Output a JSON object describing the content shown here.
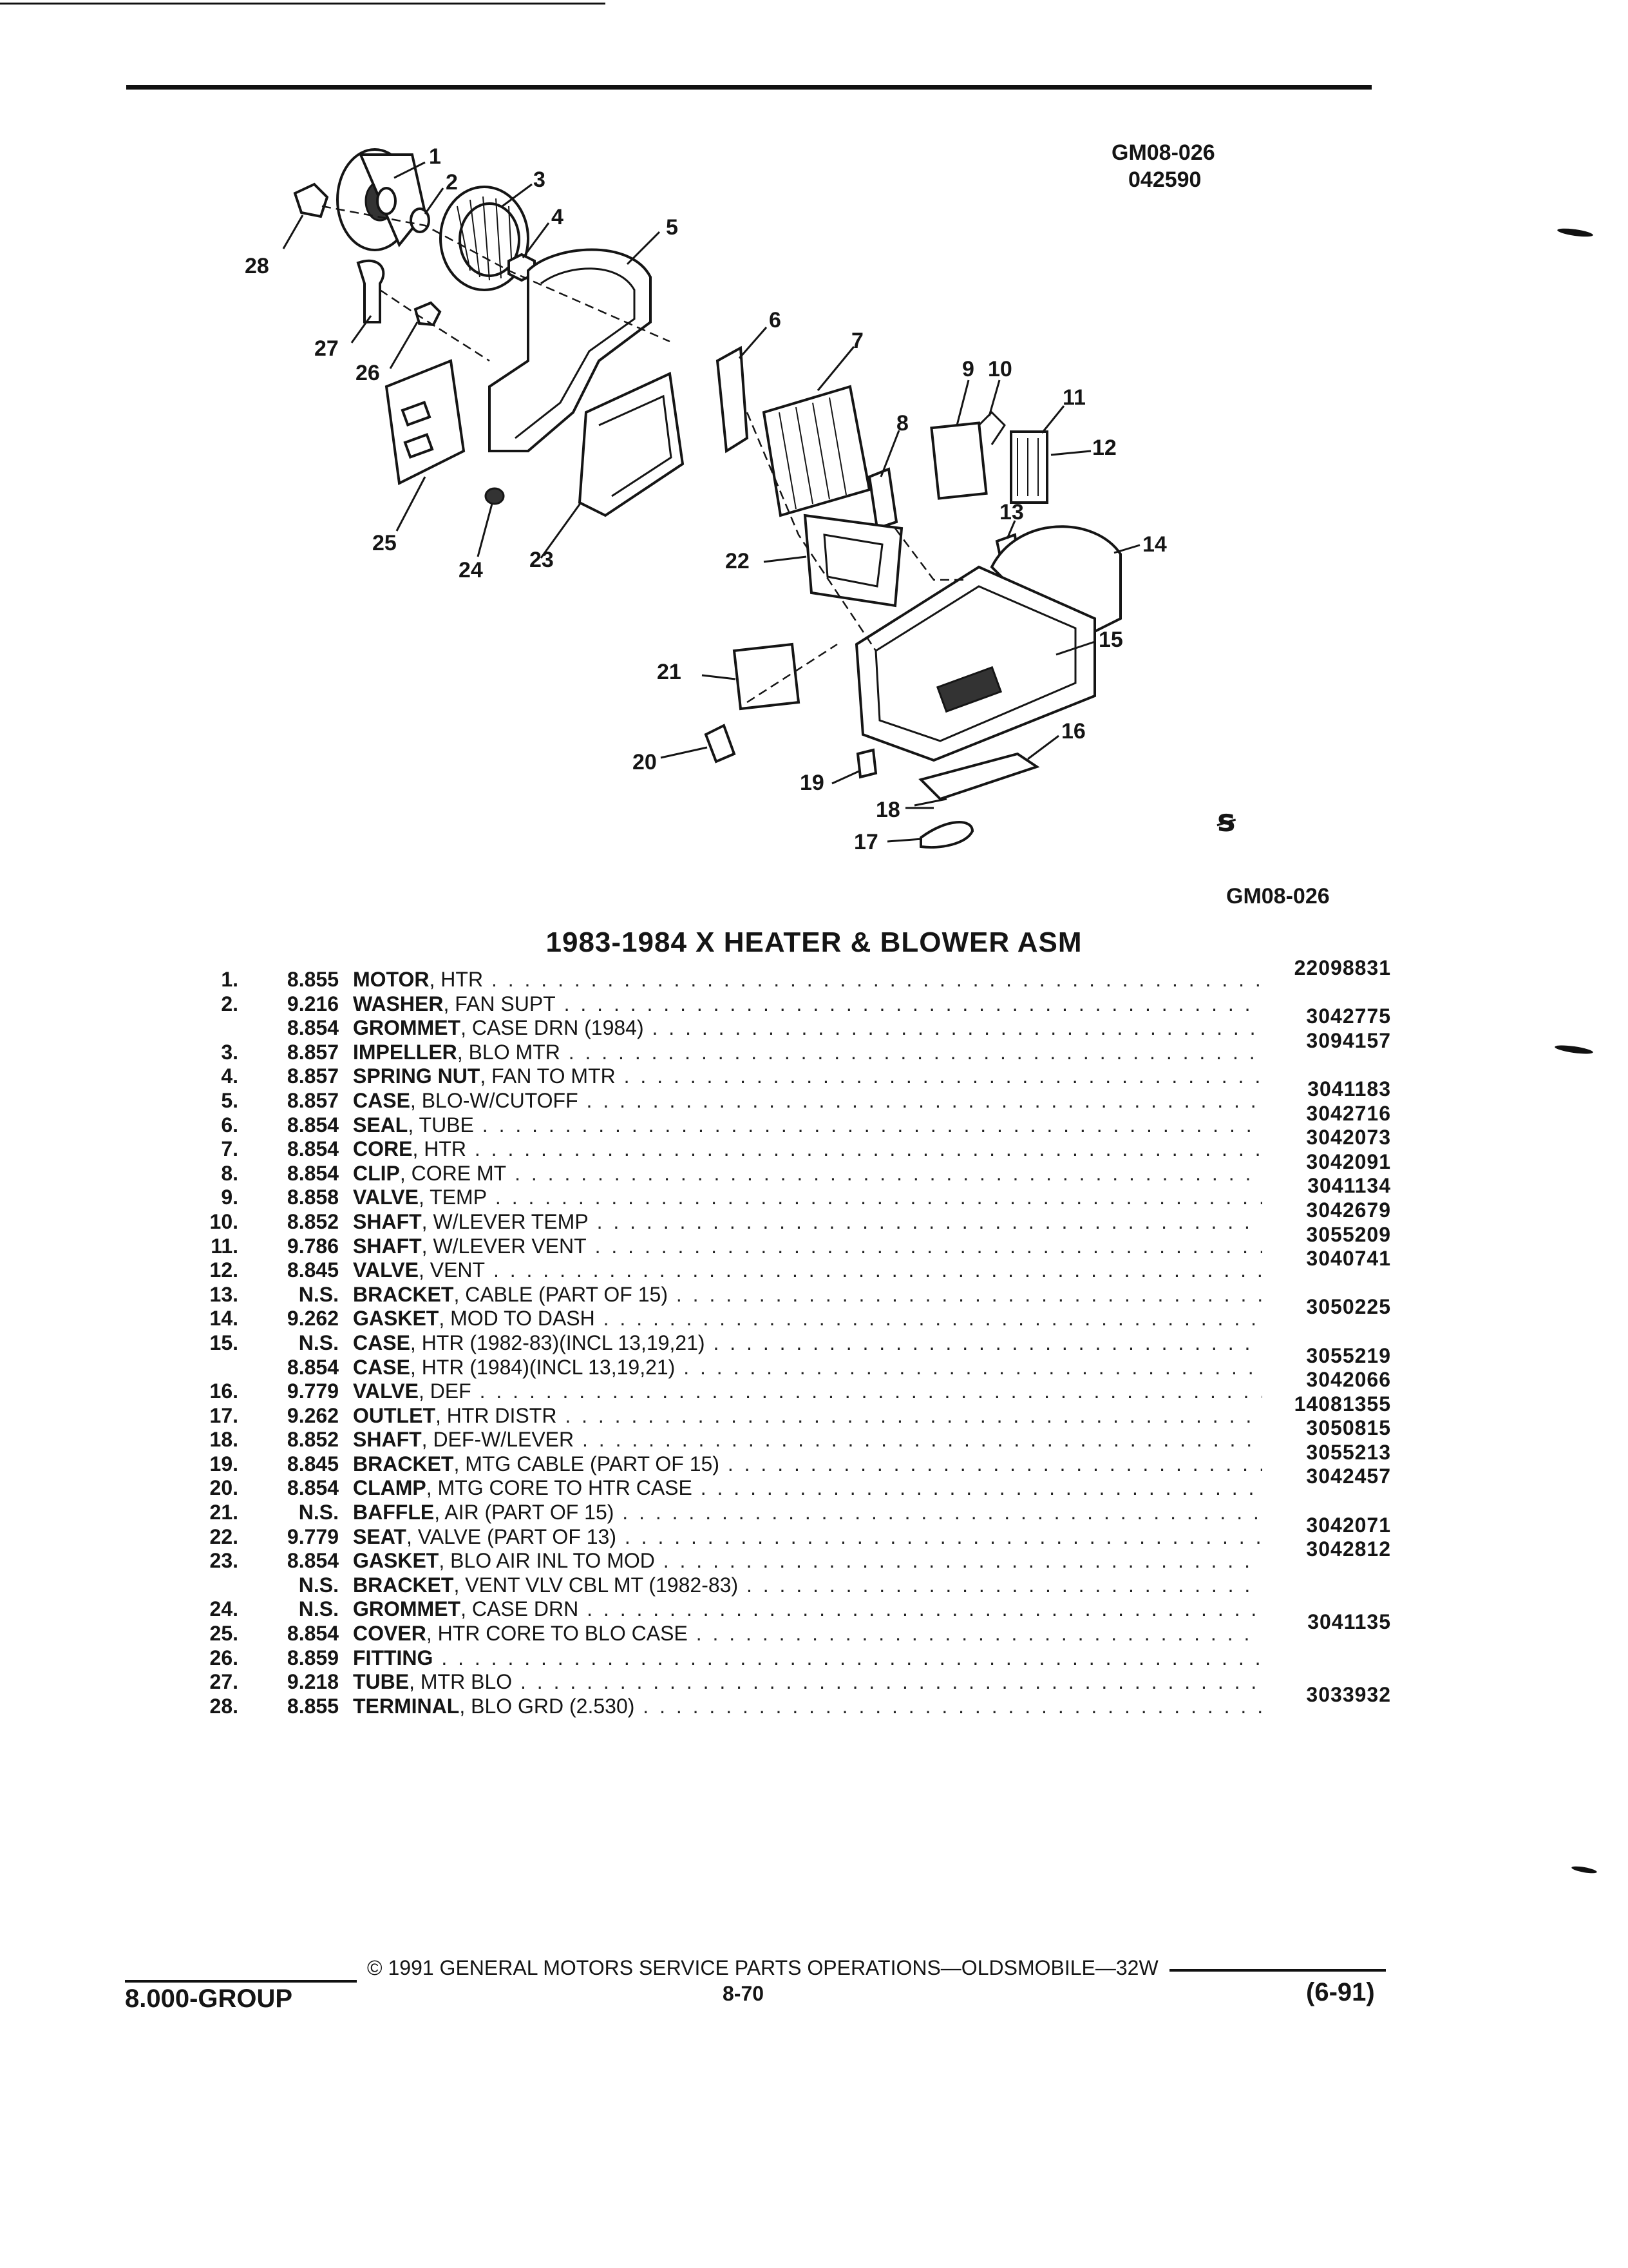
{
  "header": {
    "code_top": "GM08-026",
    "date_code": "042590",
    "code_bottom": "GM08-026"
  },
  "diagram": {
    "callouts": [
      "1",
      "2",
      "3",
      "4",
      "5",
      "6",
      "7",
      "8",
      "9",
      "10",
      "11",
      "12",
      "13",
      "14",
      "15",
      "16",
      "17",
      "18",
      "19",
      "20",
      "21",
      "22",
      "23",
      "24",
      "25",
      "26",
      "27",
      "28"
    ],
    "corner_symbol": "ꞩ"
  },
  "title": "1983-1984 X HEATER & BLOWER ASM",
  "parts": [
    {
      "num": "1.",
      "grp": "8.855",
      "name": "MOTOR",
      "detail": ", HTR",
      "pn": "22098831"
    },
    {
      "num": "2.",
      "grp": "9.216",
      "name": "WASHER",
      "detail": ", FAN SUPT",
      "pn": ""
    },
    {
      "num": "",
      "grp": "8.854",
      "name": "GROMMET",
      "detail": ", CASE DRN (1984)",
      "pn": "3042775"
    },
    {
      "num": "3.",
      "grp": "8.857",
      "name": "IMPELLER",
      "detail": ", BLO MTR",
      "pn": "3094157"
    },
    {
      "num": "4.",
      "grp": "8.857",
      "name": "SPRING NUT",
      "detail": ", FAN TO MTR",
      "pn": ""
    },
    {
      "num": "5.",
      "grp": "8.857",
      "name": "CASE",
      "detail": ", BLO-W/CUTOFF",
      "pn": "3041183"
    },
    {
      "num": "6.",
      "grp": "8.854",
      "name": "SEAL",
      "detail": ", TUBE",
      "pn": "3042716"
    },
    {
      "num": "7.",
      "grp": "8.854",
      "name": "CORE",
      "detail": ", HTR",
      "pn": "3042073"
    },
    {
      "num": "8.",
      "grp": "8.854",
      "name": "CLIP",
      "detail": ", CORE MT",
      "pn": "3042091"
    },
    {
      "num": "9.",
      "grp": "8.858",
      "name": "VALVE",
      "detail": ", TEMP",
      "pn": "3041134"
    },
    {
      "num": "10.",
      "grp": "8.852",
      "name": "SHAFT",
      "detail": ", W/LEVER TEMP",
      "pn": "3042679"
    },
    {
      "num": "11.",
      "grp": "9.786",
      "name": "SHAFT",
      "detail": ", W/LEVER VENT",
      "pn": "3055209"
    },
    {
      "num": "12.",
      "grp": "8.845",
      "name": "VALVE",
      "detail": ", VENT",
      "pn": "3040741"
    },
    {
      "num": "13.",
      "grp": "N.S.",
      "name": "BRACKET",
      "detail": ", CABLE (PART OF 15)",
      "pn": ""
    },
    {
      "num": "14.",
      "grp": "9.262",
      "name": "GASKET",
      "detail": ", MOD TO DASH",
      "pn": "3050225"
    },
    {
      "num": "15.",
      "grp": "N.S.",
      "name": "CASE",
      "detail": ", HTR (1982-83)(INCL 13,19,21)",
      "pn": ""
    },
    {
      "num": "",
      "grp": "8.854",
      "name": "CASE",
      "detail": ", HTR (1984)(INCL 13,19,21)",
      "pn": "3055219"
    },
    {
      "num": "16.",
      "grp": "9.779",
      "name": "VALVE",
      "detail": ", DEF",
      "pn": "3042066"
    },
    {
      "num": "17.",
      "grp": "9.262",
      "name": "OUTLET",
      "detail": ", HTR DISTR",
      "pn": "14081355"
    },
    {
      "num": "18.",
      "grp": "8.852",
      "name": "SHAFT",
      "detail": ", DEF-W/LEVER",
      "pn": "3050815"
    },
    {
      "num": "19.",
      "grp": "8.845",
      "name": "BRACKET",
      "detail": ", MTG CABLE (PART OF 15)",
      "pn": "3055213"
    },
    {
      "num": "20.",
      "grp": "8.854",
      "name": "CLAMP",
      "detail": ", MTG CORE TO HTR CASE",
      "pn": "3042457"
    },
    {
      "num": "21.",
      "grp": "N.S.",
      "name": "BAFFLE",
      "detail": ", AIR (PART OF 15)",
      "pn": ""
    },
    {
      "num": "22.",
      "grp": "9.779",
      "name": "SEAT",
      "detail": ", VALVE (PART OF 13)",
      "pn": "3042071"
    },
    {
      "num": "23.",
      "grp": "8.854",
      "name": "GASKET",
      "detail": ", BLO AIR INL TO MOD",
      "pn": "3042812"
    },
    {
      "num": "",
      "grp": "N.S.",
      "name": "BRACKET",
      "detail": ", VENT VLV CBL MT (1982-83)",
      "pn": ""
    },
    {
      "num": "24.",
      "grp": "N.S.",
      "name": "GROMMET",
      "detail": ", CASE DRN",
      "pn": ""
    },
    {
      "num": "25.",
      "grp": "8.854",
      "name": "COVER",
      "detail": ", HTR CORE TO BLO CASE",
      "pn": "3041135"
    },
    {
      "num": "26.",
      "grp": "8.859",
      "name": "FITTING",
      "detail": "",
      "pn": ""
    },
    {
      "num": "27.",
      "grp": "9.218",
      "name": "TUBE",
      "detail": ", MTR BLO",
      "pn": ""
    },
    {
      "num": "28.",
      "grp": "8.855",
      "name": "TERMINAL",
      "detail": ", BLO GRD (2.530)",
      "pn": "3033932"
    }
  ],
  "footer": {
    "copyright": "© 1991 GENERAL MOTORS SERVICE PARTS OPERATIONS—OLDSMOBILE—32W",
    "page": "8-70",
    "group": "8.000-GROUP",
    "revision": "(6-91)"
  }
}
